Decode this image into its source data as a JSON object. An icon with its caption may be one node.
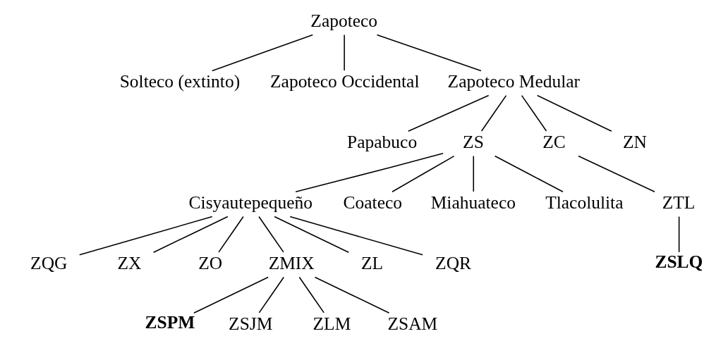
{
  "diagram": {
    "nodes": [
      {
        "text": [
          "Zapoteco"
        ]
      },
      {
        "text": [
          "Solteco (extinto)"
        ]
      },
      {
        "text": [
          "Zapoteco Occidental"
        ]
      },
      {
        "text": [
          "Zapoteco Medular"
        ]
      },
      {
        "text": [
          "Papabuco"
        ]
      },
      {
        "text": [
          "ZS"
        ]
      },
      {
        "text": [
          "ZC"
        ]
      },
      {
        "text": [
          "ZN"
        ]
      },
      {
        "text": [
          "Cisyautepequeño"
        ]
      },
      {
        "text": [
          "Coateco"
        ]
      },
      {
        "text": [
          "Miahuateco"
        ]
      },
      {
        "text": [
          "Tlacolulita"
        ]
      },
      {
        "text": [
          "ZTL"
        ]
      },
      {
        "text": [
          "ZQG"
        ]
      },
      {
        "text": [
          "ZX"
        ]
      },
      {
        "text": [
          "ZO"
        ]
      },
      {
        "text": [
          "ZMIX"
        ]
      },
      {
        "text": [
          "ZL"
        ]
      },
      {
        "text": [
          "ZQR"
        ]
      },
      {
        "text": [
          "ZSPM"
        ]
      },
      {
        "text": [
          "ZSJM"
        ]
      },
      {
        "text": [
          "ZLM"
        ]
      },
      {
        "text": [
          "ZSAM"
        ]
      },
      {
        "text": [
          "ZSLQ"
        ]
      }
    ],
    "edges": [
      {
        "from": 0,
        "to": 1,
        "arrow": "none"
      },
      {
        "from": 0,
        "to": 2,
        "arrow": "none"
      },
      {
        "from": 0,
        "to": 3,
        "arrow": "none"
      },
      {
        "from": 3,
        "to": 4,
        "arrow": "none"
      },
      {
        "from": 3,
        "to": 5,
        "arrow": "none"
      },
      {
        "from": 3,
        "to": 6,
        "arrow": "none"
      },
      {
        "from": 3,
        "to": 7,
        "arrow": "none"
      },
      {
        "from": 5,
        "to": 8,
        "arrow": "none"
      },
      {
        "from": 5,
        "to": 9,
        "arrow": "none"
      },
      {
        "from": 5,
        "to": 10,
        "arrow": "none"
      },
      {
        "from": 5,
        "to": 11,
        "arrow": "none"
      },
      {
        "from": 6,
        "to": 12,
        "arrow": "none"
      },
      {
        "from": 8,
        "to": 13,
        "arrow": "none"
      },
      {
        "from": 8,
        "to": 14,
        "arrow": "none"
      },
      {
        "from": 8,
        "to": 15,
        "arrow": "none"
      },
      {
        "from": 8,
        "to": 16,
        "arrow": "none"
      },
      {
        "from": 8,
        "to": 17,
        "arrow": "none"
      },
      {
        "from": 8,
        "to": 18,
        "arrow": "none"
      },
      {
        "from": 16,
        "to": 19,
        "arrow": "none"
      },
      {
        "from": 16,
        "to": 20,
        "arrow": "none"
      },
      {
        "from": 16,
        "to": 21,
        "arrow": "none"
      },
      {
        "from": 16,
        "to": 22,
        "arrow": "none"
      },
      {
        "from": 12,
        "to": 23,
        "arrow": "none"
      }
    ]
  }
}
